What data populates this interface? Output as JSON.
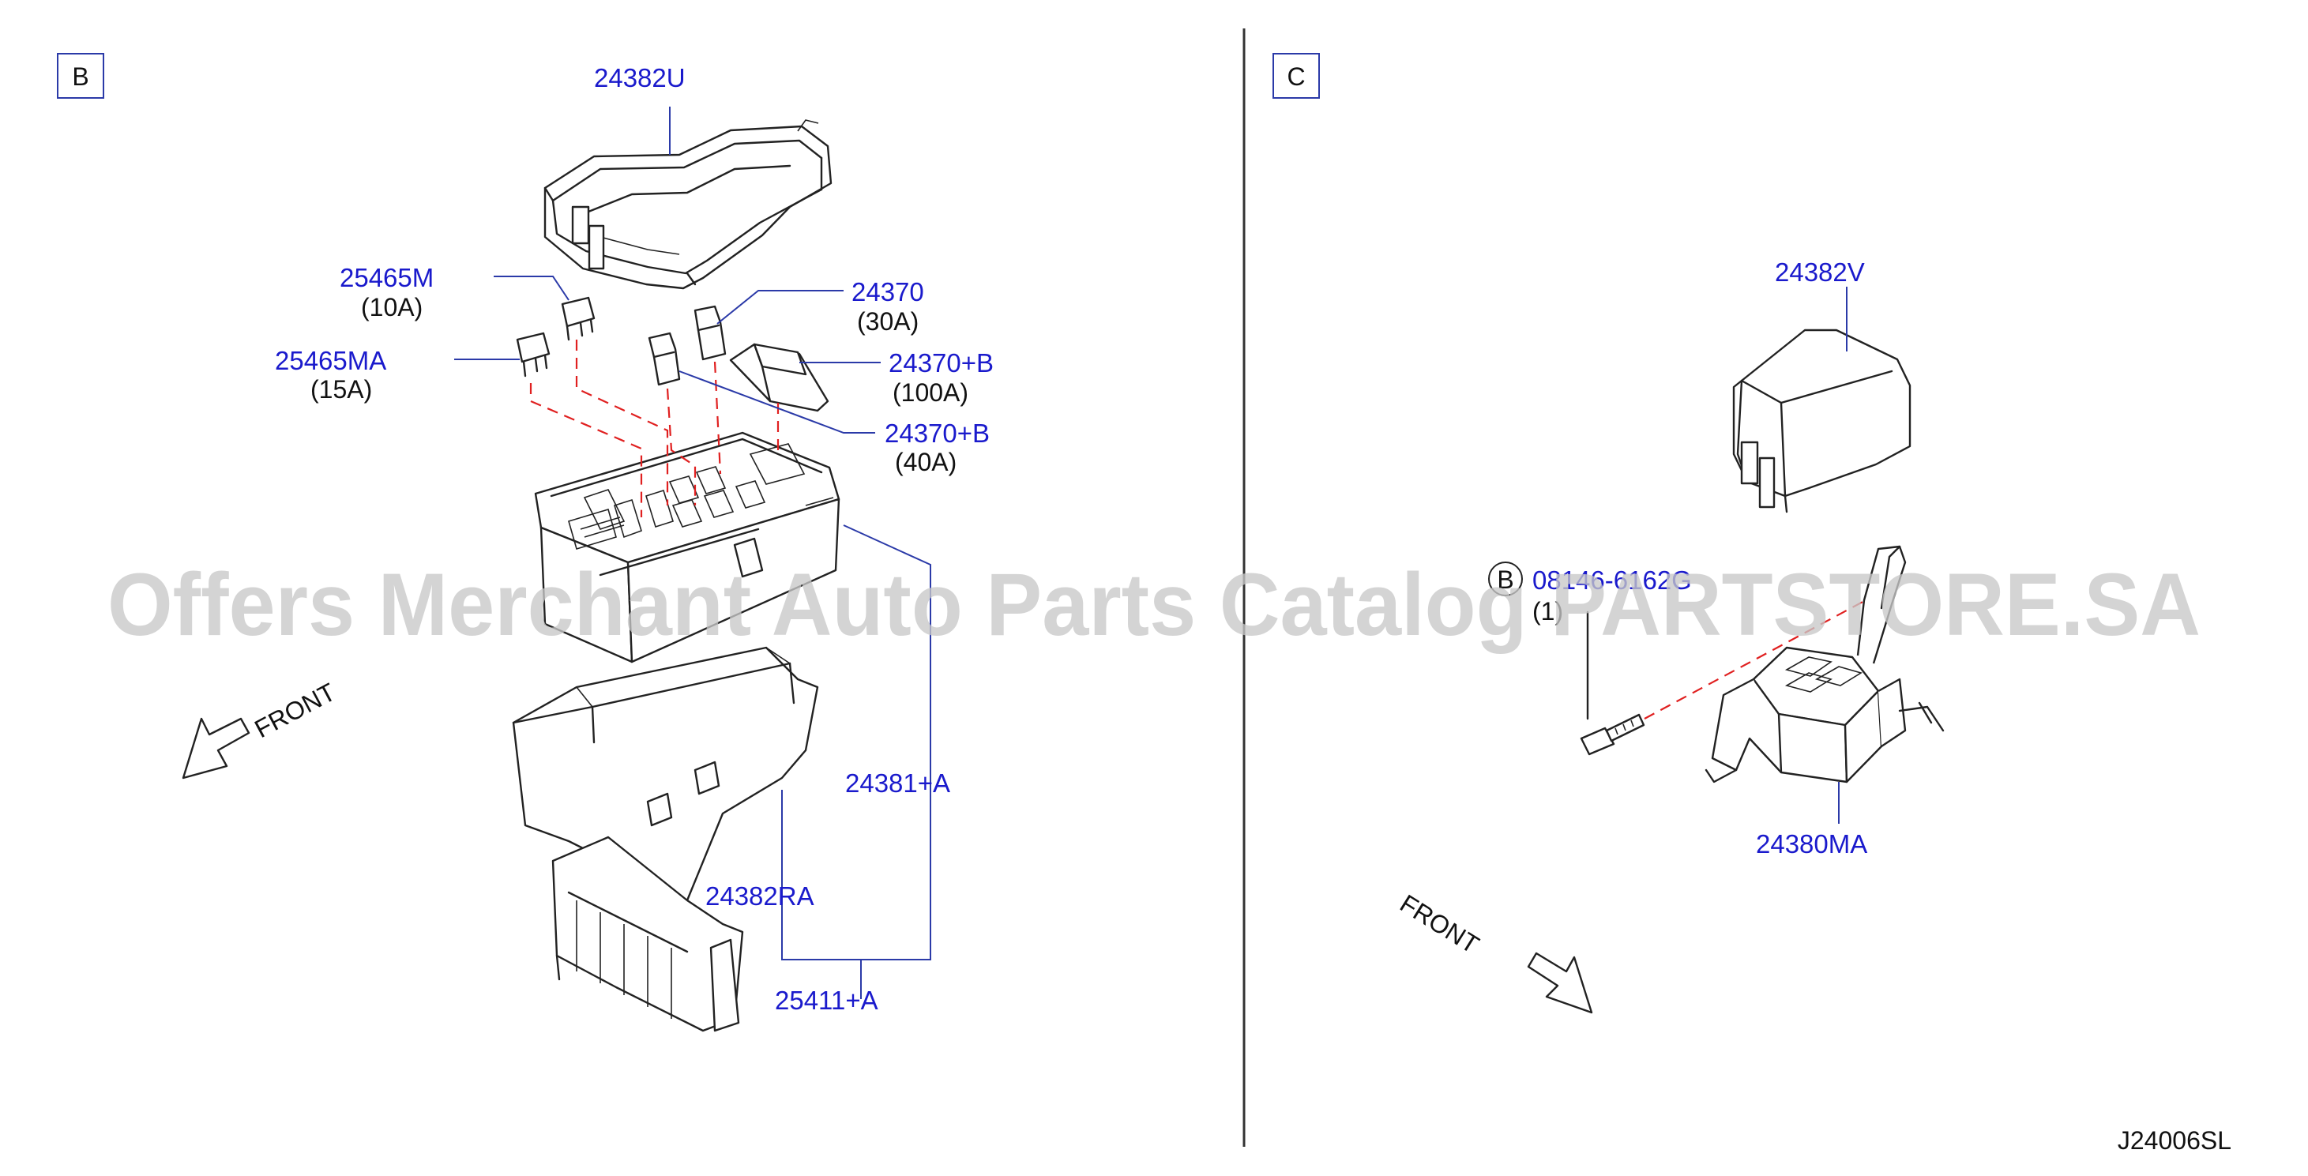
{
  "panels": {
    "left": {
      "label": "B"
    },
    "right": {
      "label": "C"
    }
  },
  "parts": {
    "p24382U": {
      "number": "24382U"
    },
    "p25465M": {
      "number": "25465M",
      "rating": "(10A)"
    },
    "p25465MA": {
      "number": "25465MA",
      "rating": "(15A)"
    },
    "p24370": {
      "number": "24370",
      "rating": "(30A)"
    },
    "p24370B_100": {
      "number": "24370+B",
      "rating": "(100A)"
    },
    "p24370B_40": {
      "number": "24370+B",
      "rating": "(40A)"
    },
    "p24381A": {
      "number": "24381+A"
    },
    "p24382RA": {
      "number": "24382RA"
    },
    "p25411A": {
      "number": "25411+A"
    },
    "p24382V": {
      "number": "24382V"
    },
    "bolt": {
      "circle_letter": "B",
      "number": "08146-6162G",
      "qty": "(1)"
    },
    "p24380MA": {
      "number": "24380MA"
    }
  },
  "front_labels": {
    "left": "FRONT",
    "right": "FRONT"
  },
  "diagram_code": "J24006SL",
  "watermark": "Offers Merchant Auto Parts Catalog PARTSTORE.SA",
  "colors": {
    "part_number": "#1a1acc",
    "leader": "#2b3aa8",
    "guide_dash": "#e02020",
    "watermark": "#c8c8c8"
  }
}
